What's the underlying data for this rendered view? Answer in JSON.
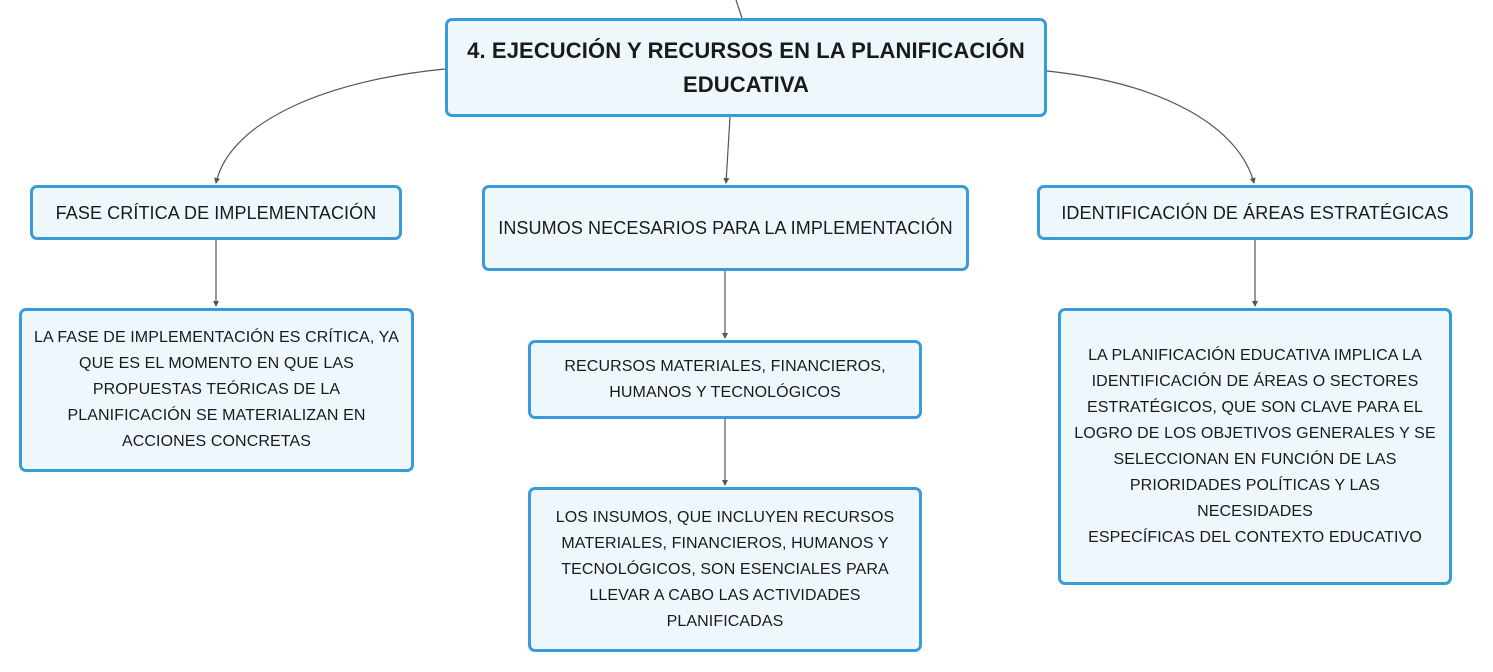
{
  "root": {
    "line1": "4. EJECUCIÓN Y RECURSOS EN LA PLANIFICACIÓN",
    "line2": "EDUCATIVA"
  },
  "branches": {
    "fase": {
      "title": "FASE CRÍTICA DE IMPLEMENTACIÓN",
      "detail": [
        "LA FASE DE IMPLEMENTACIÓN ES CRÍTICA, YA",
        "QUE ES EL MOMENTO EN QUE LAS",
        "PROPUESTAS TEÓRICAS DE LA",
        "PLANIFICACIÓN SE MATERIALIZAN EN",
        "ACCIONES CONCRETAS"
      ]
    },
    "insumos": {
      "title": "INSUMOS NECESARIOS PARA LA IMPLEMENTACIÓN",
      "recursos": [
        "RECURSOS MATERIALES, FINANCIEROS,",
        "HUMANOS Y TECNOLÓGICOS"
      ],
      "detail": [
        "LOS INSUMOS, QUE INCLUYEN RECURSOS",
        "MATERIALES, FINANCIEROS, HUMANOS Y",
        "TECNOLÓGICOS, SON ESENCIALES PARA",
        "LLEVAR A CABO LAS ACTIVIDADES",
        "PLANIFICADAS"
      ]
    },
    "areas": {
      "title": "IDENTIFICACIÓN DE ÁREAS ESTRATÉGICAS",
      "detail": [
        "LA PLANIFICACIÓN EDUCATIVA IMPLICA LA",
        "IDENTIFICACIÓN DE ÁREAS O SECTORES",
        "ESTRATÉGICOS, QUE SON CLAVE PARA EL",
        "LOGRO DE LOS OBJETIVOS GENERALES Y SE",
        "SELECCIONAN EN FUNCIÓN DE LAS",
        "PRIORIDADES POLÍTICAS Y LAS NECESIDADES",
        "ESPECÍFICAS DEL CONTEXTO EDUCATIVO"
      ]
    }
  },
  "colors": {
    "node_border": "#3a9bd9",
    "node_fill": "#eef7fc",
    "connector": "#555555"
  }
}
